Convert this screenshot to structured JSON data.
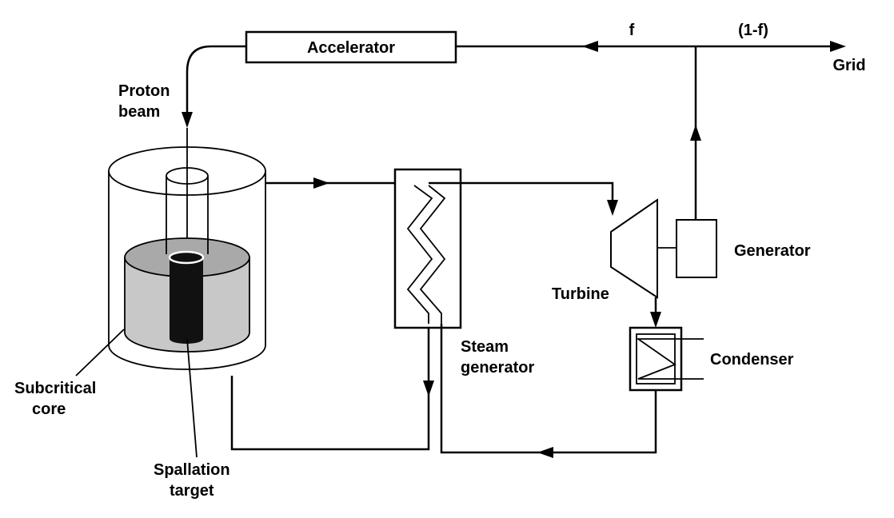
{
  "labels": {
    "accelerator": "Accelerator",
    "f": "f",
    "one_minus_f": "(1-f)",
    "grid": "Grid",
    "proton": "Proton",
    "beam": "beam",
    "generator": "Generator",
    "turbine": "Turbine",
    "steam": "Steam",
    "steam_generator_line2": "generator",
    "condenser": "Condenser",
    "subcritical": "Subcritical",
    "core": "core",
    "spallation": "Spallation",
    "target": "target"
  },
  "colors": {
    "line": "#000000",
    "core_fill": "#c8c8c8",
    "core_top": "#a9a9a9",
    "target_fill": "#111111",
    "background": "#ffffff"
  }
}
